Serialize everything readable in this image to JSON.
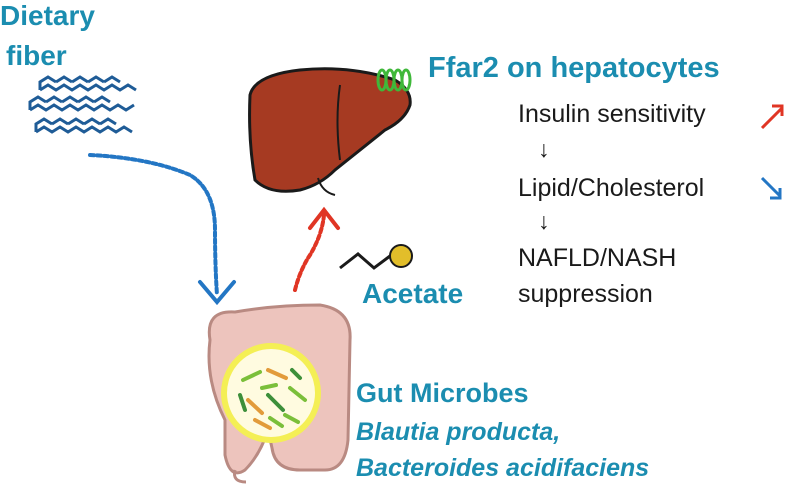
{
  "labels": {
    "dietary_fiber_line1": "Dietary",
    "dietary_fiber_line2": "fiber",
    "receptor_title": "Ffar2 on hepatocytes",
    "acetate": "Acetate",
    "gut_microbes": "Gut Microbes",
    "species_line1": "Blautia producta,",
    "species_line2": "Bacteroides acidifaciens"
  },
  "effects": {
    "insulin_sensitivity": "Insulin sensitivity",
    "down_arrow_1": "↓",
    "lipid_cholesterol": "Lipid/Cholesterol",
    "down_arrow_2": "↓",
    "nafld_line1": "NAFLD/NASH",
    "nafld_line2": "suppression"
  },
  "colors": {
    "teal_text": "#1b8db0",
    "blue_arrow": "#2376c4",
    "red_arrow": "#e03524",
    "liver": "#a63a22",
    "acetate_circle": "#e2be2a",
    "receptor": "#3fb83a",
    "intestine": "#edc4bd",
    "microbe_ring": "#f4ef55",
    "fiber": "#1f5c97"
  },
  "icons": [
    "fiber-chain-icon",
    "liver-icon",
    "receptor-coil-icon",
    "acetate-molecule-icon",
    "intestine-icon",
    "microbes-icon",
    "increase-arrow-icon",
    "decrease-arrow-icon"
  ]
}
